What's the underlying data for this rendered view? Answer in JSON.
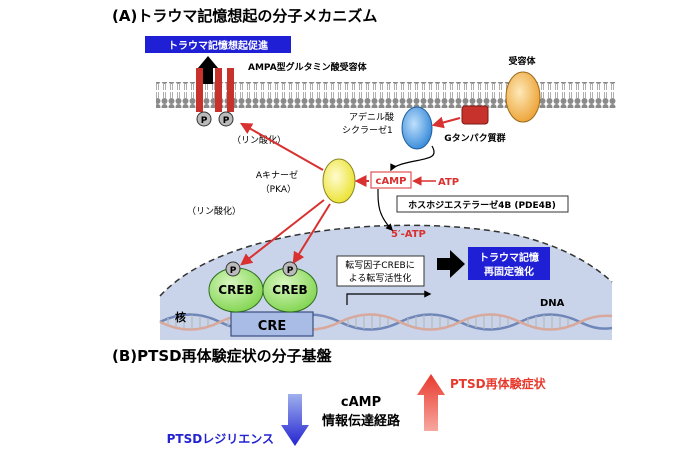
{
  "section_a": {
    "title": "(A)トラウマ記憶想起の分子メカニズム",
    "badge_recall": "トラウマ記憶想起促進",
    "ampa_label": "AMPA型グルタミン酸受容体",
    "receptor_label": "受容体",
    "ac_label_line1": "アデニル酸",
    "ac_label_line2": "シクラーゼ1",
    "g_protein_label": "Gタンパク質群",
    "phospho_label_top": "（リン酸化）",
    "pka_label_line1": "Aキナーゼ",
    "pka_label_line2": "（PKA）",
    "camp_label": "cAMP",
    "atp_label": "ATP",
    "pde_label": "ホスホジエステラーゼ4B (PDE4B)",
    "five_atp_label": "5′-ATP",
    "phospho_label_left": "（リン酸化）",
    "p_symbol": "P",
    "creb_label": "CREB",
    "cre_label": "CRE",
    "nucleus_label": "核",
    "dna_label": "DNA",
    "transcription_line1": "転写因子CREBに",
    "transcription_line2": "よる転写活性化",
    "badge_reconsolidation_line1": "トラウマ記憶",
    "badge_reconsolidation_line2": "再固定強化"
  },
  "section_b": {
    "title": "(B)PTSD再体験症状の分子基盤",
    "camp_line1": "cAMP",
    "camp_line2": "情報伝達経路",
    "symptom_label": "PTSD再体験症状",
    "resilience_label": "PTSDレジリエンス"
  },
  "colors": {
    "blue_badge": "#1f1fd6",
    "red_arrow": "#d93030",
    "ampa_red": "#c8322c",
    "ac_blue": "#4a9be0",
    "pka_yellow": "#f0ea40",
    "receptor_orange": "#f1b24a",
    "creb_green": "#9be26b",
    "cre_blue": "#a9bce6",
    "nucleus_bg": "#c9d4ea",
    "resilience_blue": "#2323d0",
    "symptom_red": "#e8392c"
  }
}
